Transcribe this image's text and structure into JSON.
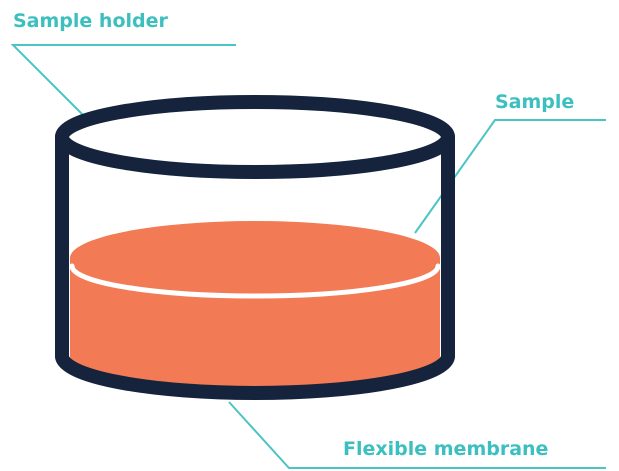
{
  "labels": {
    "sample_holder": "Sample holder",
    "sample": "Sample",
    "flexible_membrane": "Flexible membrane"
  },
  "colors": {
    "label_text": "#3bbfbf",
    "leader_line": "#4cc4c4",
    "outline": "#15233d",
    "sample_fill": "#f27a54",
    "sample_highlight": "#ffffff",
    "background": "#ffffff"
  }
}
